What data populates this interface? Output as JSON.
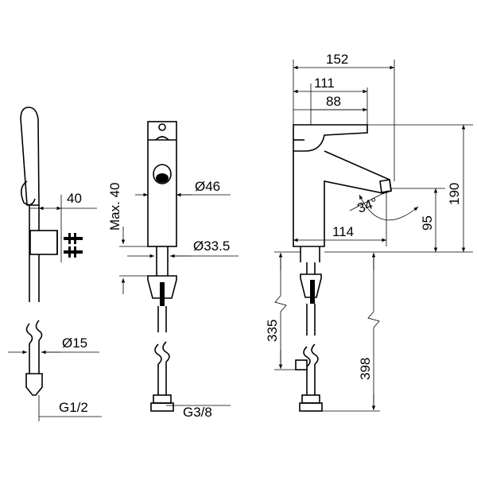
{
  "dimensions": {
    "d152": "152",
    "d111": "111",
    "d88": "88",
    "d190": "190",
    "d95": "95",
    "d114": "114",
    "d34": "34°",
    "d335": "335",
    "d398": "398",
    "d40": "40",
    "max40": "Max. 40",
    "dia46": "Ø46",
    "dia33": "Ø33.5",
    "dia15": "Ø15",
    "g12": "G1/2",
    "g38": "G3/8"
  }
}
